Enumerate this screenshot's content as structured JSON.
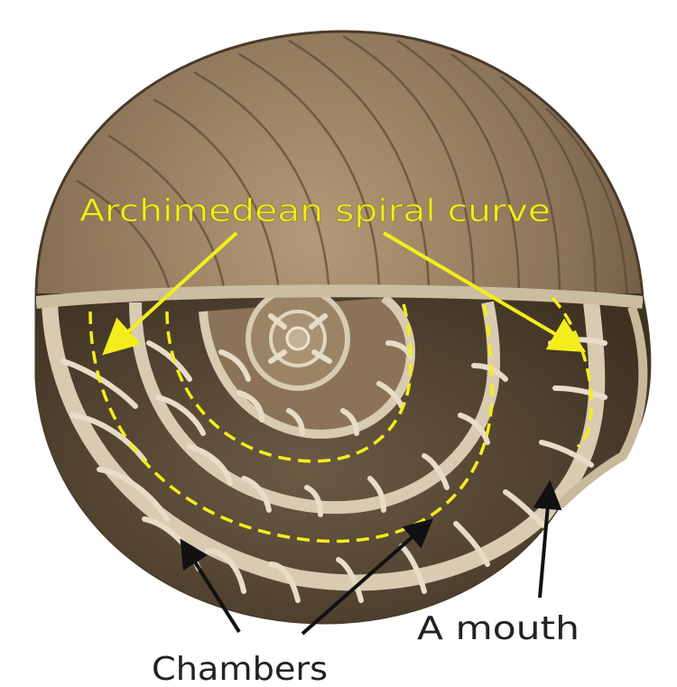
{
  "labels": {
    "spiral": "Archimedean spiral curve",
    "mouth": "A mouth",
    "chambers": "Chambers"
  },
  "colors": {
    "highlight": "#f2ee1c",
    "arrow": "#111111",
    "shell_outer": "#8a7357",
    "shell_dark": "#4a3a28",
    "shell_light": "#d8cbb2"
  }
}
